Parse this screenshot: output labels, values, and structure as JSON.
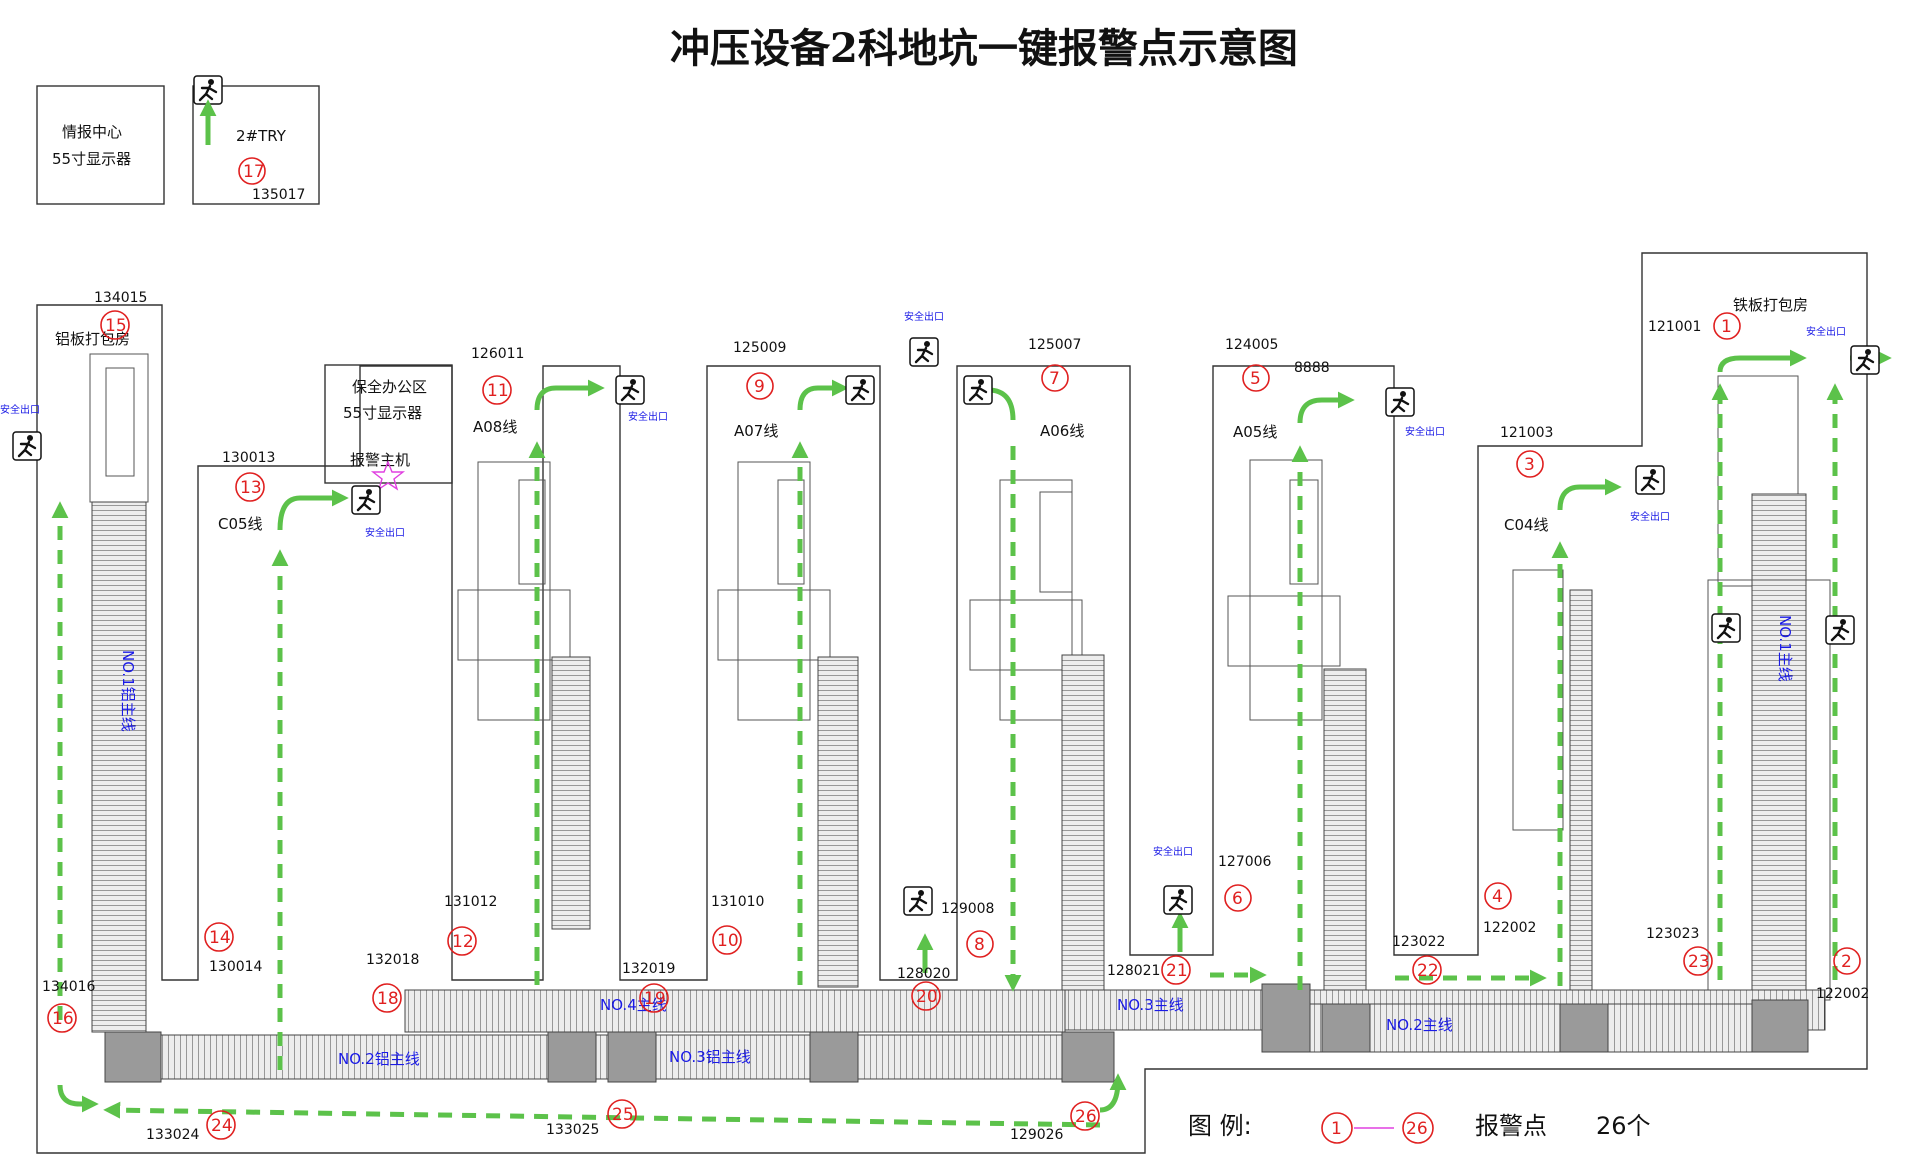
{
  "title": "冲压设备2科地坑一键报警点示意图",
  "info_box": {
    "line1": "情报中心",
    "line2": "55寸显示器"
  },
  "try_box": {
    "label": "2#TRY",
    "alarm": "17",
    "code": "135017"
  },
  "office": {
    "line1": "保全办公区",
    "line2": "55寸显示器",
    "line3": "报警主机"
  },
  "rooms": {
    "al_pack": "铝板打包房",
    "fe_pack": "铁板打包房"
  },
  "exit_label": "安全出口",
  "lines": {
    "c05": "C05线",
    "a08": "A08线",
    "a07": "A07线",
    "a06": "A06线",
    "a05": "A05线",
    "c04": "C04线"
  },
  "mainlines": {
    "no4": "NO.4主线",
    "no3": "NO.3主线",
    "no2": "NO.2主线",
    "no2al": "NO.2铝主线",
    "no3al": "NO.3铝主线",
    "no1": "NO.1主线",
    "al_main": "NO.1铝主线"
  },
  "codes": {
    "c134015": "134015",
    "c126011": "126011",
    "c125009": "125009",
    "c125007": "125007",
    "c124005": "124005",
    "c121001": "121001",
    "c121003": "121003",
    "c130013": "130013",
    "c134016": "134016",
    "c130014": "130014",
    "c131012": "131012",
    "c132018": "132018",
    "c131010": "131010",
    "c132019": "132019",
    "c129008": "129008",
    "c128020": "128020",
    "c128021": "128021",
    "c127006": "127006",
    "c123022": "123022",
    "c122002a": "122002",
    "c123023": "123023",
    "c122002b": "122002",
    "c133024": "133024",
    "c133025": "133025",
    "c129026": "129026",
    "c8888": "8888"
  },
  "alarms": {
    "a1": "1",
    "a2": "2",
    "a3": "3",
    "a4": "4",
    "a5": "5",
    "a6": "6",
    "a7": "7",
    "a8": "8",
    "a9": "9",
    "a10": "10",
    "a11": "11",
    "a12": "12",
    "a13": "13",
    "a14": "14",
    "a15": "15",
    "a16": "16",
    "a18": "18",
    "a19": "19",
    "a20": "20",
    "a21": "21",
    "a22": "22",
    "a23": "23",
    "a24": "24",
    "a25": "25",
    "a26": "26"
  },
  "legend": {
    "label": "图 例:",
    "from": "1",
    "to": "26",
    "desc": "报警点",
    "count": "26个"
  },
  "colors": {
    "route": "#5cc24a",
    "alarm": "#e02020",
    "exit_text": "#1a1ae6",
    "star": "#e040e0"
  }
}
